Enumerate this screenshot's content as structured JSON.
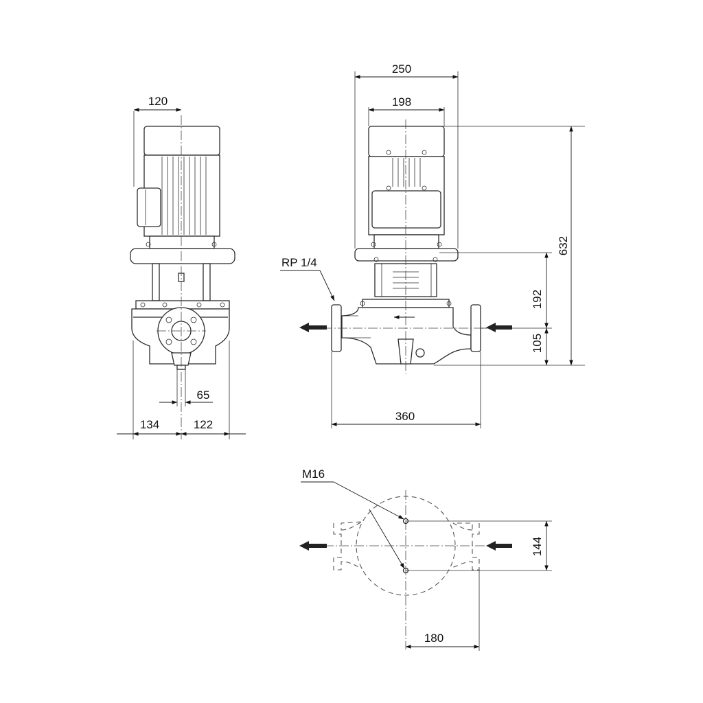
{
  "dimensions": {
    "side_motor_width": "120",
    "side_base_left": "134",
    "side_base_right": "122",
    "side_shaft_offset": "65",
    "front_width_outer": "250",
    "front_width_motor": "198",
    "front_total_height": "632",
    "front_upper_height": "192",
    "front_port_height": "105",
    "front_port_to_port": "360",
    "top_bolt_spacing": "144",
    "top_bolt_offset": "180"
  },
  "callouts": {
    "vent_thread": "RP 1/4",
    "bolt_thread": "M16"
  }
}
